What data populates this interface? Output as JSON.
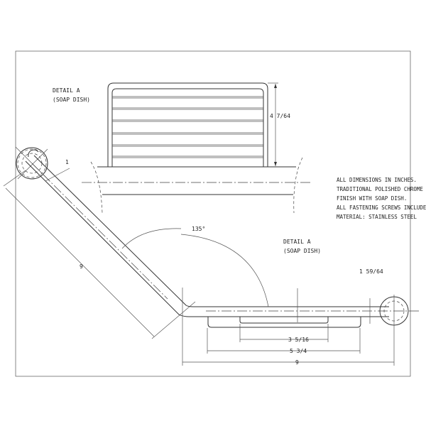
{
  "detail_top": {
    "line1": "DETAIL A",
    "line2": "(SOAP DISH)"
  },
  "detail_bottom": {
    "line1": "DETAIL A",
    "line2": "(SOAP DISH)"
  },
  "dimensions": {
    "soap_dish_height": "4 7/64",
    "tube_diameter": "1",
    "diagonal_length": "9",
    "angle": "135°",
    "flange_diameter": "1 59/64",
    "dish_inner_width": "3 5/16",
    "dish_outer_width": "5 3/4",
    "horizontal_length": "9"
  },
  "notes": [
    "ALL DIMENSIONS IN INCHES.",
    "TRADITIONAL POLISHED CHROME",
    "FINISH WITH SOAP DISH.",
    "ALL FASTENING SCREWS INCLUDED.",
    "MATERIAL: STAINLESS STEEL"
  ]
}
